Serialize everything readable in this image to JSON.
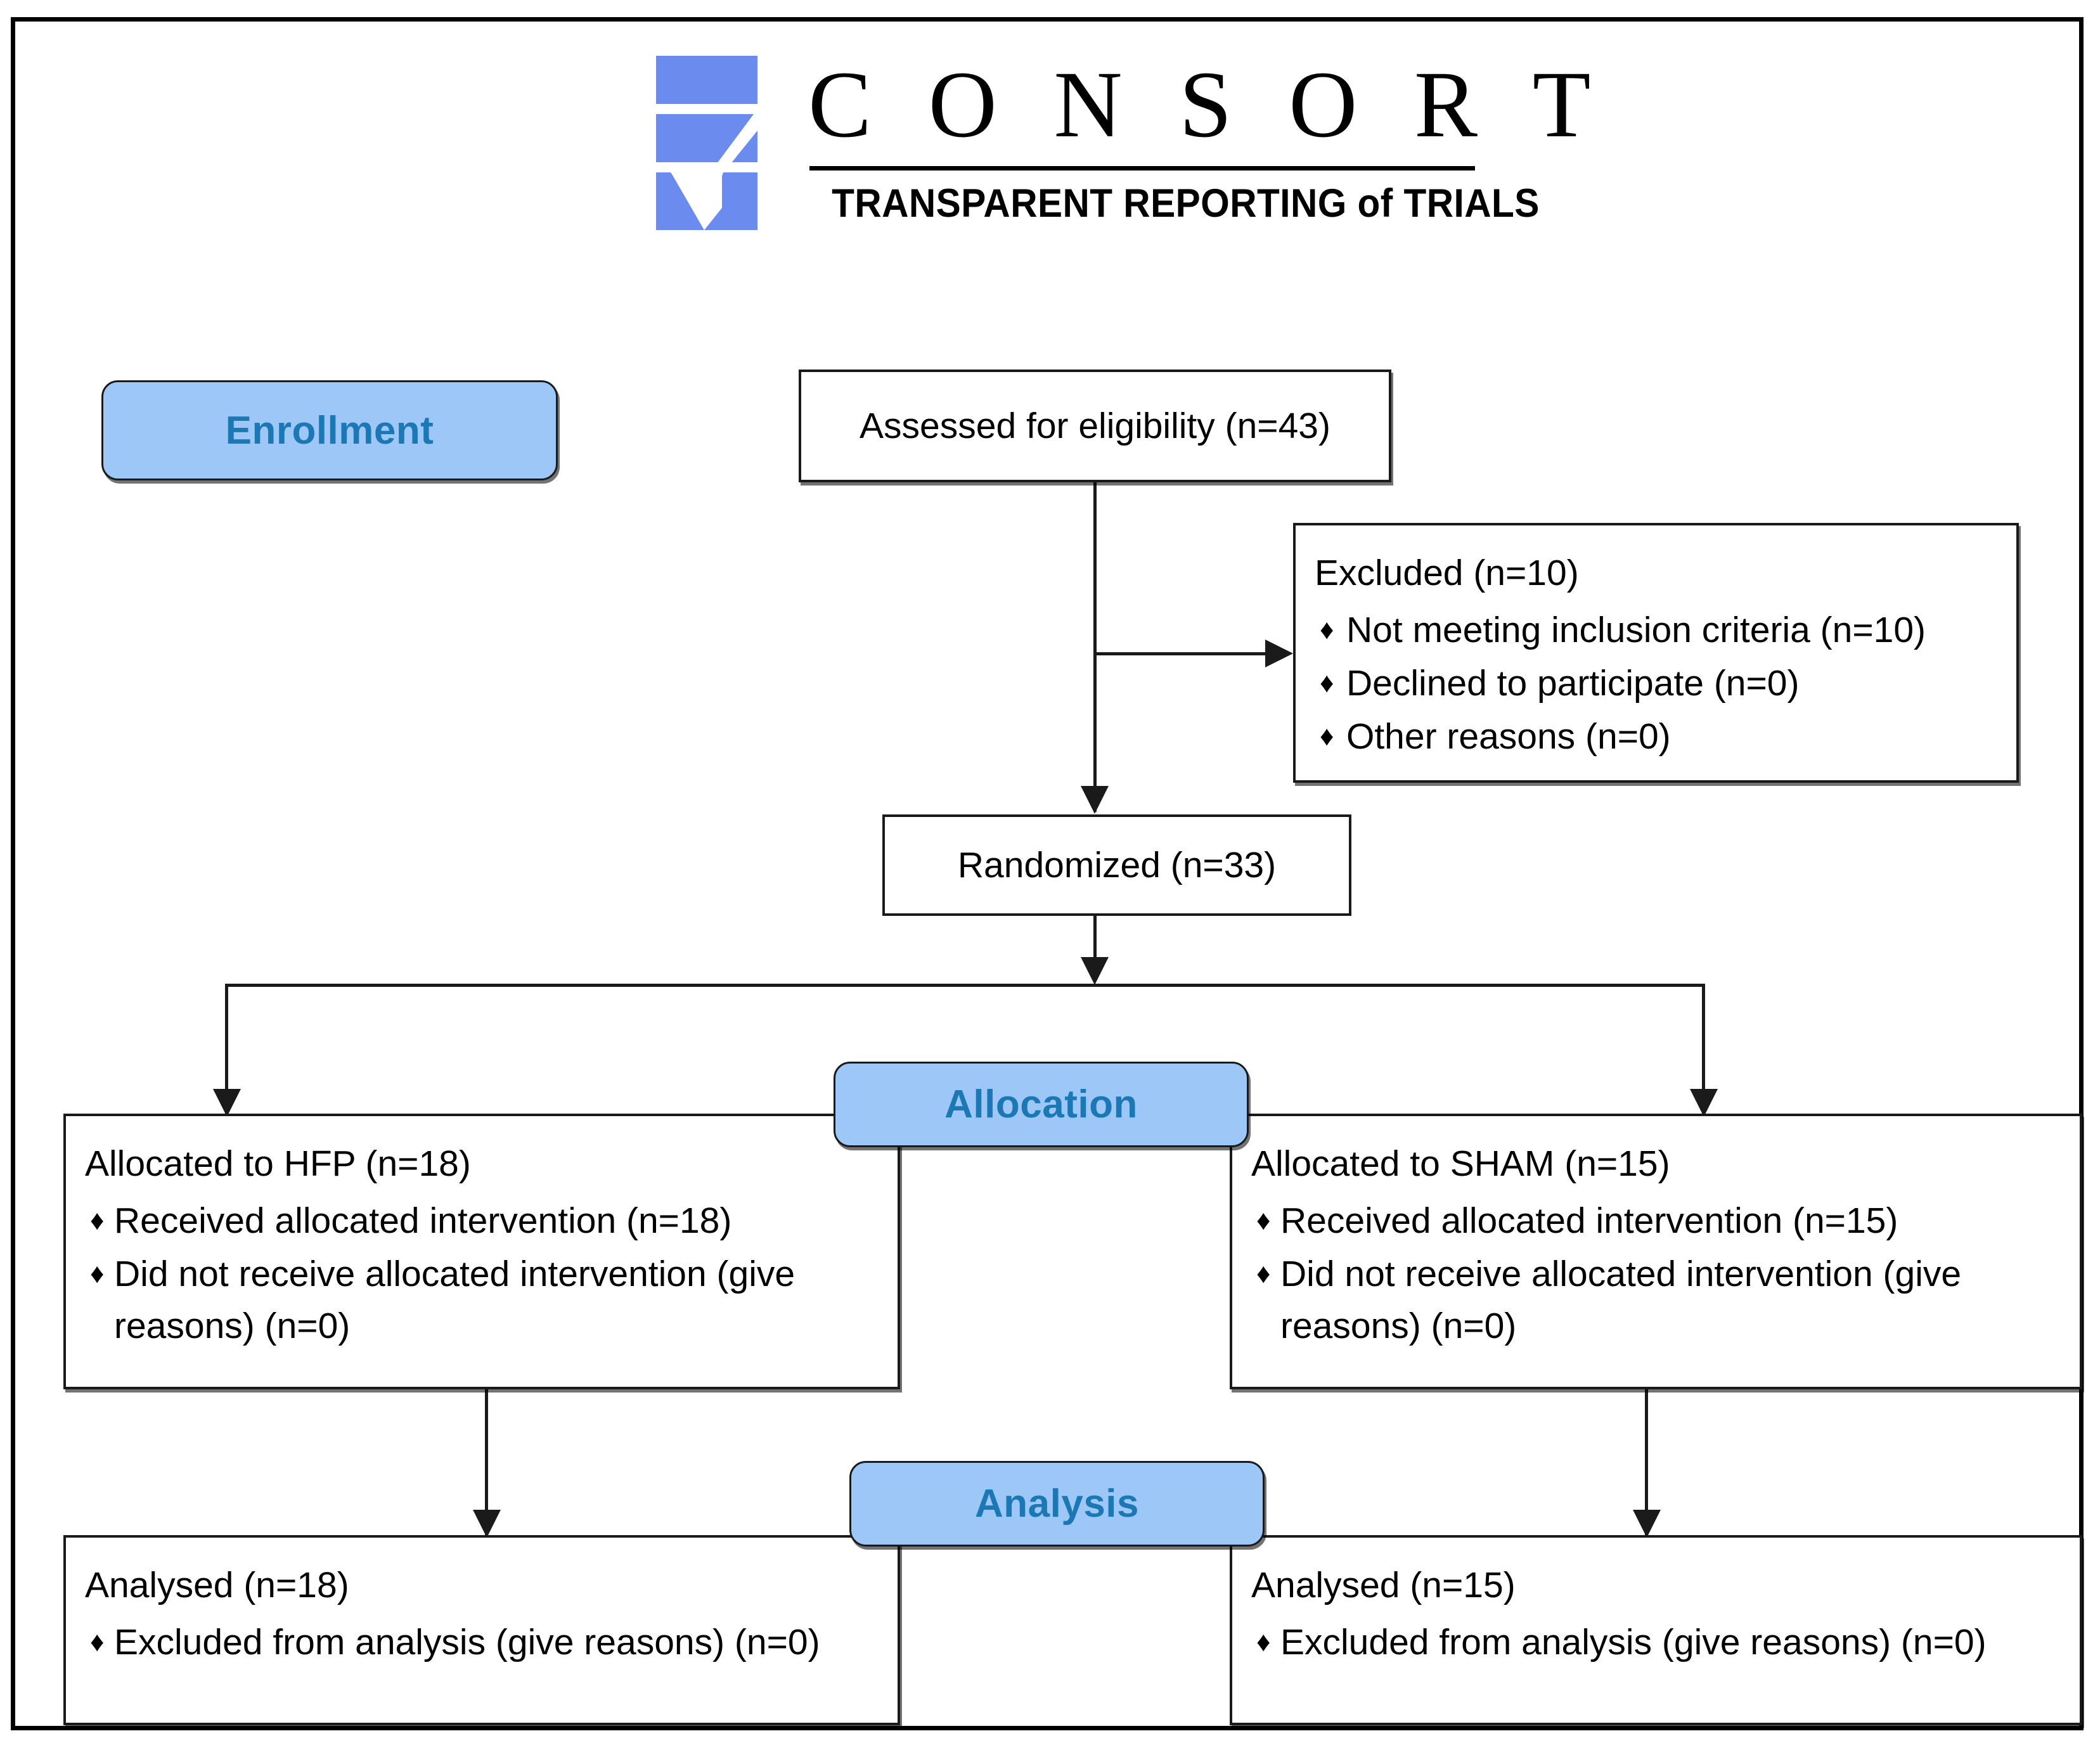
{
  "logo": {
    "wordmark": "C O N S O R T",
    "tagline_main": "TRANSPARENT REPORTING",
    "tagline_of": "of",
    "tagline_end": "TRIALS",
    "tagline_full": "TRANSPARENT REPORTING of TRIALS",
    "mark_icon": "consort-logo-mark",
    "brand_blue": "#6B8CEE"
  },
  "colors": {
    "badge_fill": "#9CC7F7",
    "badge_text": "#1B78B5",
    "line": "#1a1a1a",
    "box_border": "#1a1a1a"
  },
  "stages": {
    "enrollment": "Enrollment",
    "allocation": "Allocation",
    "analysis": "Analysis"
  },
  "boxes": {
    "assessed": {
      "text": "Assessed for eligibility (n=43)"
    },
    "excluded": {
      "title": "Excluded (n=10)",
      "items": [
        "Not meeting inclusion criteria (n=10)",
        "Declined to participate (n=0)",
        "Other reasons (n=0)"
      ]
    },
    "randomized": {
      "text": "Randomized (n=33)"
    },
    "allocated_left": {
      "title": "Allocated to HFP (n=18)",
      "items": [
        "Received allocated intervention (n=18)",
        "Did not receive allocated intervention (give reasons) (n=0)"
      ]
    },
    "allocated_right": {
      "title": "Allocated to SHAM (n=15)",
      "items": [
        "Received allocated intervention (n=15)",
        "Did not receive allocated intervention (give reasons) (n=0)"
      ]
    },
    "analysed_left": {
      "title": "Analysed (n=18)",
      "items": [
        "Excluded from analysis (give reasons) (n=0)"
      ]
    },
    "analysed_right": {
      "title": "Analysed (n=15)",
      "items": [
        "Excluded from analysis (give reasons) (n=0)"
      ]
    }
  },
  "bullet_glyph": "♦"
}
